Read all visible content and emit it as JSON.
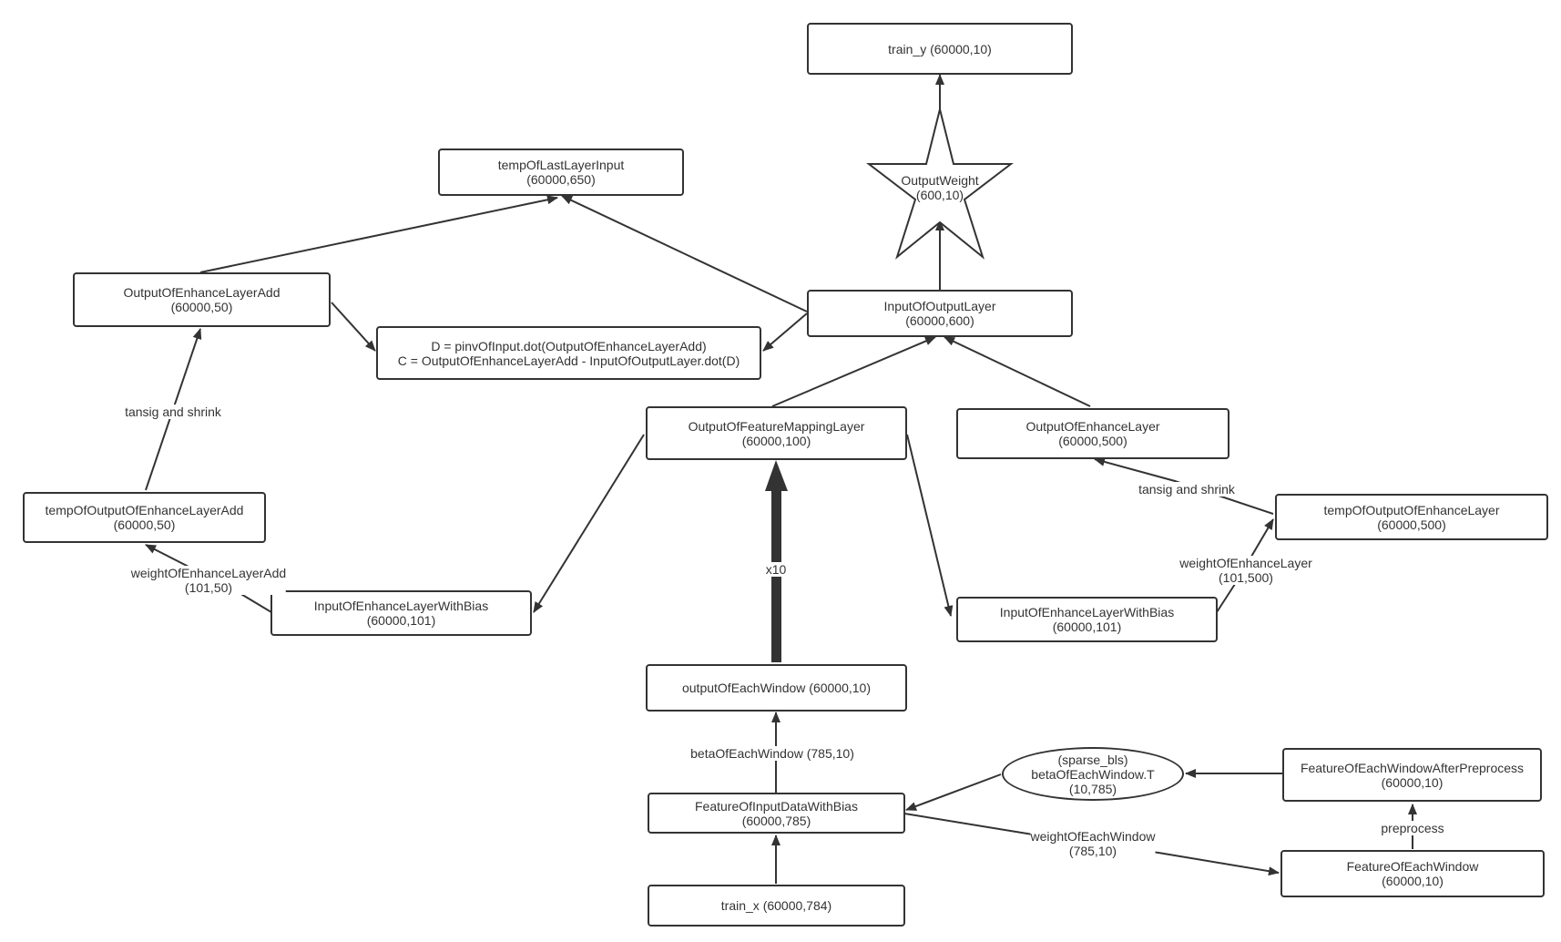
{
  "nodes": {
    "train_y": [
      "train_y  (60000,10)"
    ],
    "output_weight": [
      "OutputWeight",
      "(600,10)"
    ],
    "temp_last_layer_input": [
      "tempOfLastLayerInput",
      "(60000,650)"
    ],
    "output_enhance_layer_add": [
      "OutputOfEnhanceLayerAdd",
      "(60000,50)"
    ],
    "pinv_formula": [
      "D = pinvOfInput.dot(OutputOfEnhanceLayerAdd)",
      "C = OutputOfEnhanceLayerAdd - InputOfOutputLayer.dot(D)"
    ],
    "input_output_layer": [
      "InputOfOutputLayer",
      "(60000,600)"
    ],
    "output_feature_mapping_layer": [
      "OutputOfFeatureMappingLayer",
      "(60000,100)"
    ],
    "output_enhance_layer": [
      "OutputOfEnhanceLayer",
      "(60000,500)"
    ],
    "temp_output_enhance_layer_add": [
      "tempOfOutputOfEnhanceLayerAdd",
      "(60000,50)"
    ],
    "temp_output_enhance_layer": [
      "tempOfOutputOfEnhanceLayer",
      "(60000,500)"
    ],
    "input_enhance_bias_left": [
      "InputOfEnhanceLayerWithBias",
      "(60000,101)"
    ],
    "input_enhance_bias_right": [
      "InputOfEnhanceLayerWithBias",
      "(60000,101)"
    ],
    "output_each_window": [
      "outputOfEachWindow  (60000,10)"
    ],
    "sparse_bls": [
      "(sparse_bls)",
      "betaOfEachWindow.T",
      "(10,785)"
    ],
    "feature_after_preprocess": [
      "FeatureOfEachWindowAfterPreprocess",
      "(60000,10)"
    ],
    "feature_input_bias": [
      "FeatureOfInputDataWithBias",
      "(60000,785)"
    ],
    "feature_each_window": [
      "FeatureOfEachWindow",
      "(60000,10)"
    ],
    "train_x": [
      "train_x  (60000,784)"
    ]
  },
  "edge_labels": {
    "tansig_left": [
      "tansig and shrink"
    ],
    "tansig_right": [
      "tansig and shrink"
    ],
    "weight_enhance_add": [
      "weightOfEnhanceLayerAdd",
      "(101,50)"
    ],
    "weight_enhance": [
      "weightOfEnhanceLayer",
      "(101,500)"
    ],
    "x10": [
      "x10"
    ],
    "beta_each_window": [
      "betaOfEachWindow  (785,10)"
    ],
    "weight_each_window": [
      "weightOfEachWindow",
      "(785,10)"
    ],
    "preprocess": [
      "preprocess"
    ]
  },
  "colors": {
    "stroke": "#333333",
    "background": "#ffffff"
  }
}
